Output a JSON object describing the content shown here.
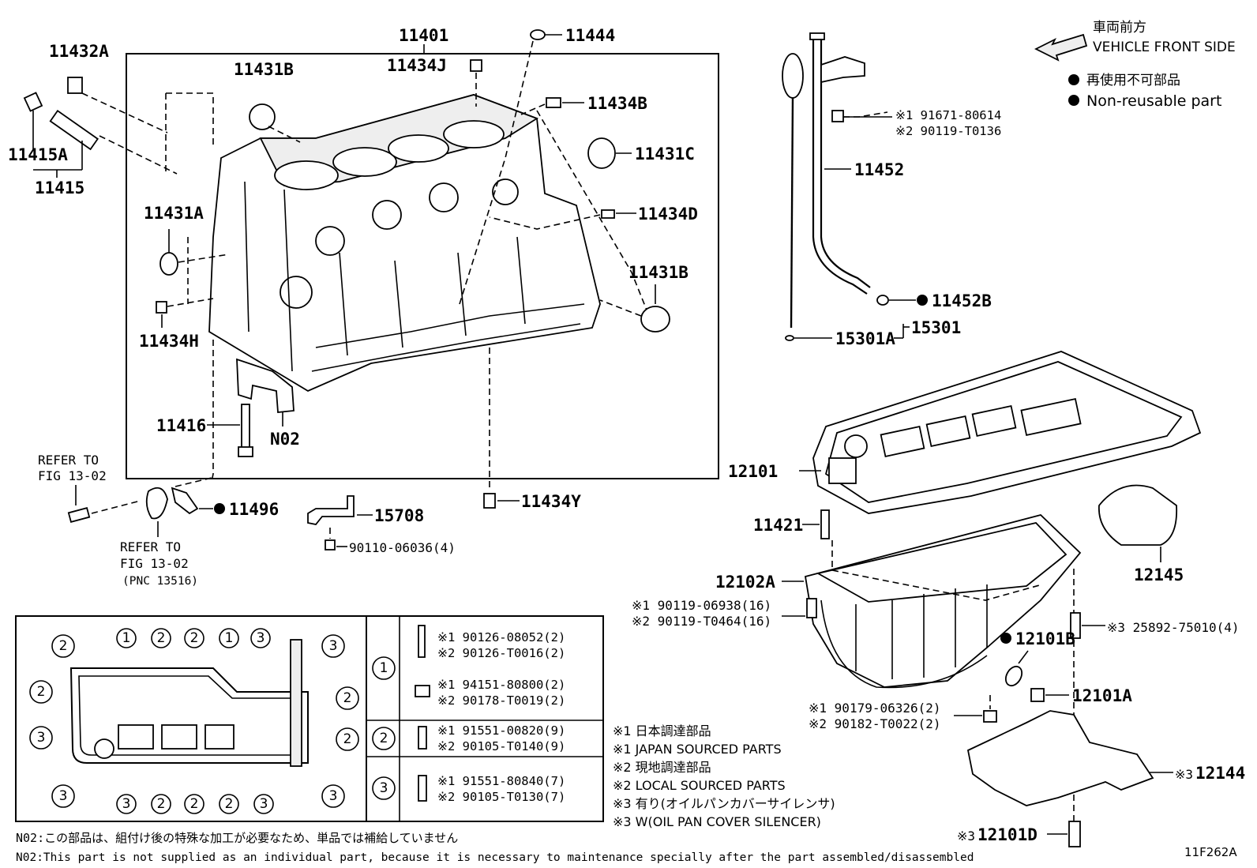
{
  "header": {
    "front_jp": "車両前方",
    "front_en": "VEHICLE FRONT SIDE",
    "nonreuse_jp": "再使用不可部品",
    "nonreuse_en": "Non-reusable part"
  },
  "parts": {
    "p11401": "11401",
    "p11432A": "11432A",
    "p11415A": "11415A",
    "p11415": "11415",
    "p11431B_top": "11431B",
    "p11434J": "11434J",
    "p11444": "11444",
    "p11434B": "11434B",
    "p11431C": "11431C",
    "p11431A": "11431A",
    "p11434D": "11434D",
    "p11431B_side": "11431B",
    "p11434H": "11434H",
    "p11416": "11416",
    "pN02": "N02",
    "p11496": "11496",
    "p15708": "15708",
    "p90110": "90110-06036(4)",
    "p11434Y": "11434Y",
    "p11452": "11452",
    "p11452B": "11452B",
    "p15301A": "15301A",
    "p15301": "15301",
    "p12101": "12101",
    "p11421": "11421",
    "p12102A": "12102A",
    "p12145": "12145",
    "p12101B": "12101B",
    "p12101A": "12101A",
    "p12144": "12144",
    "p12101D": "12101D"
  },
  "refer": {
    "r1_line1": "REFER TO",
    "r1_line2": "FIG 13-02",
    "r2_line1": "REFER TO",
    "r2_line2": "FIG 13-02",
    "r2_line3": "(PNC 13516)"
  },
  "alt_numbers": {
    "dip_1": "※1 91671-80614",
    "dip_2": "※2 90119-T0136",
    "pan_bolt_1": "※1 90119-06938(16)",
    "pan_bolt_2": "※2 90119-T0464(16)",
    "nut_1": "※1 90179-06326(2)",
    "nut_2": "※2 90182-T0022(2)",
    "stud": "※3 25892-75010(4)",
    "silencer_mark": "※3",
    "drain_mark": "※3"
  },
  "fastener_table": {
    "rows": [
      {
        "num": "1",
        "a1": "※1 90126-08052(2)",
        "a2": "※2 90126-T0016(2)",
        "b1": "※1 94151-80800(2)",
        "b2": "※2 90178-T0019(2)"
      },
      {
        "num": "2",
        "a1": "※1 91551-00820(9)",
        "a2": "※2 90105-T0140(9)"
      },
      {
        "num": "3",
        "a1": "※1 91551-80840(7)",
        "a2": "※2 90105-T0130(7)"
      }
    ]
  },
  "legend": [
    "※1 日本調達部品",
    "※1 JAPAN SOURCED PARTS",
    "※2 現地調達部品",
    "※2 LOCAL SOURCED PARTS",
    "※3 有り(オイルパンカバーサイレンサ)",
    "※3 W(OIL PAN COVER SILENCER)"
  ],
  "notes": {
    "n02_jp": "N02:この部品は、組付け後の特殊な加工が必要なため、単品では補給していません",
    "n02_en": "N02:This part is not supplied as an individual part, because it is necessary to maintenance specially after the part assembled/disassembled"
  },
  "figure_id": "11F262A",
  "callouts": [
    "2",
    "1",
    "2",
    "2",
    "1",
    "3",
    "3",
    "2",
    "2",
    "2",
    "3",
    "3",
    "3",
    "2",
    "2",
    "2",
    "3",
    "3"
  ]
}
